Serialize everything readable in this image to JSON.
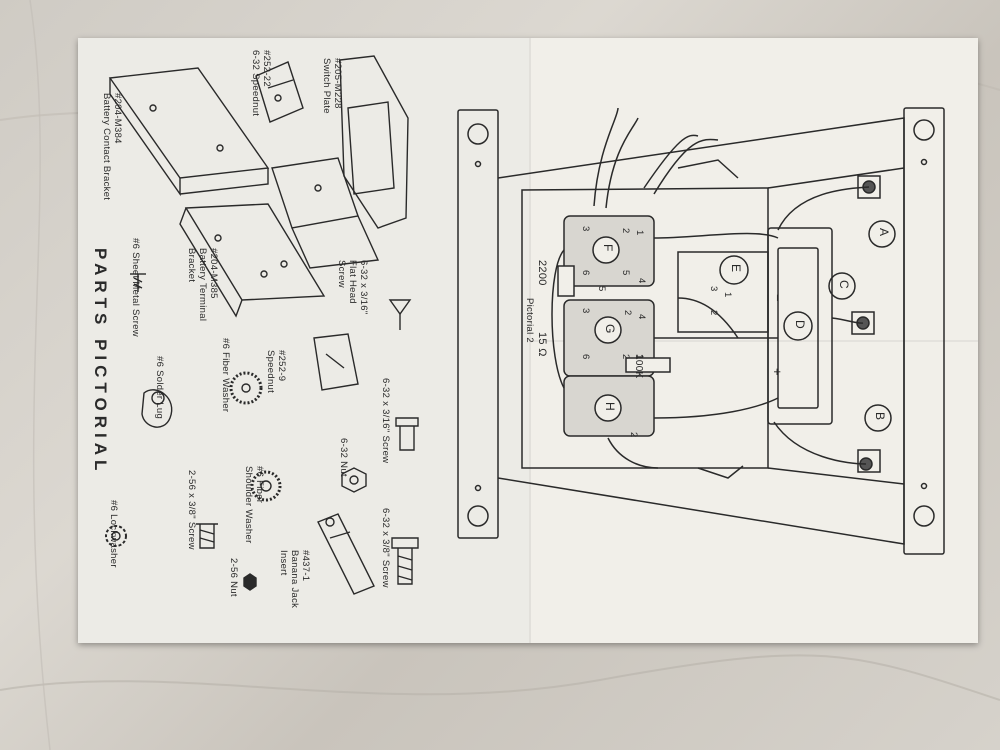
{
  "parts_sheet": {
    "title": "PARTS PICTORIAL",
    "parts": [
      {
        "id": "speednut-252-22",
        "label": "#252-22\n6-32 Speednut"
      },
      {
        "id": "switch-plate",
        "label": "#205-M228\nSwitch Plate"
      },
      {
        "id": "battery-contact-bracket",
        "label": "#204-M384\nBattery Contact Bracket"
      },
      {
        "id": "battery-terminal-bracket",
        "label": "#204-M385\nBattery Terminal\nBracket"
      },
      {
        "id": "flat-head-screw",
        "label": "6-32 x 3/16\"\nFlat Head\nScrew"
      },
      {
        "id": "sheet-metal-screw",
        "label": "#6 Sheet Metal Screw"
      },
      {
        "id": "speednut-252-9",
        "label": "#252-9\nSpeednut"
      },
      {
        "id": "fiber-washer",
        "label": "#6 Fiber Washer"
      },
      {
        "id": "solder-lug",
        "label": "#6 Solder Lug"
      },
      {
        "id": "screw-3-16",
        "label": "6-32 x 3/16\" Screw"
      },
      {
        "id": "nut-6-32",
        "label": "6-32 Nut"
      },
      {
        "id": "shoulder-washer",
        "label": "#6 Fiber\nShoulder Washer"
      },
      {
        "id": "screw-2-56",
        "label": "2-56 x 3/8\" Screw"
      },
      {
        "id": "lockwasher",
        "label": "#6 Lockwasher"
      },
      {
        "id": "banana-jack",
        "label": "#437-1\nBanana Jack\nInsert"
      },
      {
        "id": "nut-2-56",
        "label": "2-56 Nut"
      },
      {
        "id": "screw-3-8",
        "label": "6-32 x 3/8\" Screw"
      }
    ]
  },
  "schematic": {
    "title": "Pictorial 2",
    "components": {
      "A": "A",
      "B": "B",
      "C": "C",
      "D": "D",
      "E": "E",
      "F": "F",
      "G": "G",
      "H": "H"
    },
    "resistors": {
      "r2200": "2200",
      "r15": "15 Ω",
      "r100k": "100K"
    },
    "pins": [
      "3",
      "6",
      "2",
      "5",
      "4",
      "1",
      "3",
      "2",
      "4",
      "3",
      "1",
      "2",
      "6",
      "2",
      "5",
      "1",
      "2"
    ],
    "polarity": {
      "minus": "−",
      "plus": "+"
    }
  },
  "colors": {
    "paper": "#f1efe9",
    "ink": "#2a2a2a",
    "marble": "#d4d0c9"
  }
}
